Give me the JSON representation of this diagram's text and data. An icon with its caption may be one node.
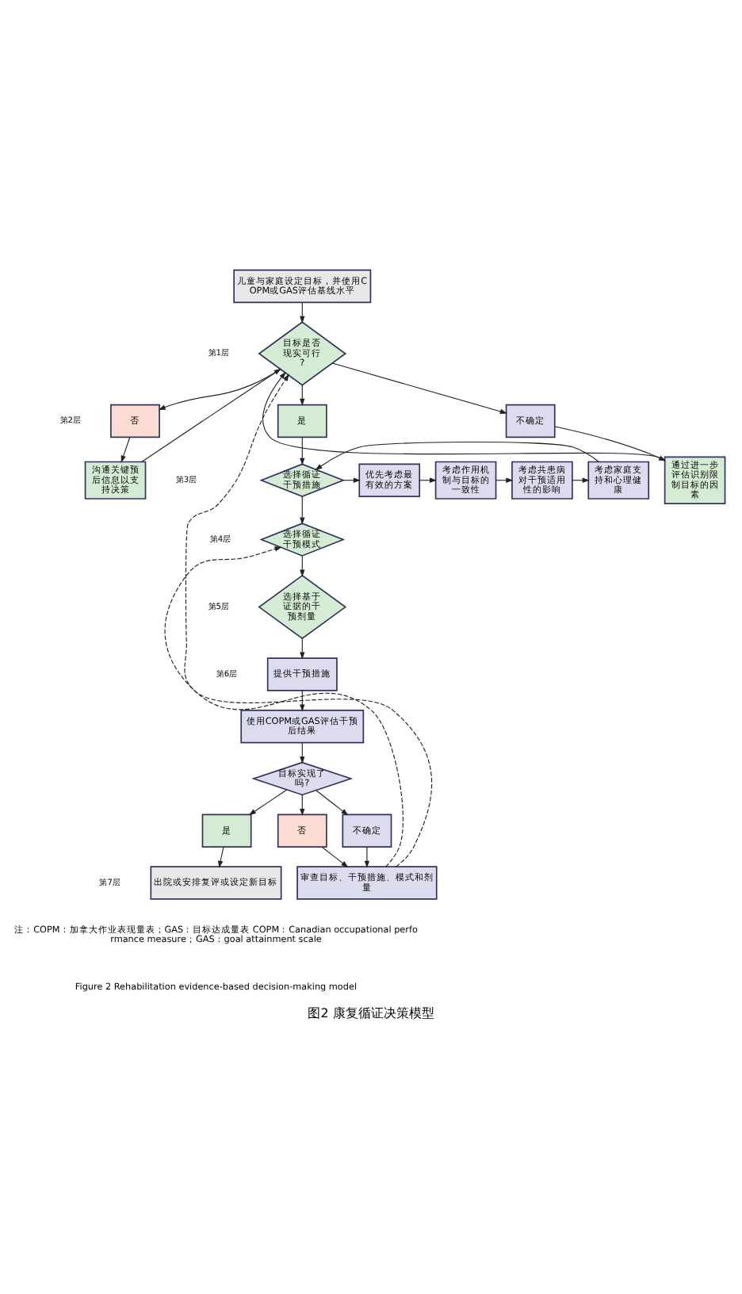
{
  "diagram": {
    "caption": "图2 康复循证决策模型",
    "nodes": [
      {
        "text": [
          "儿童与家庭设定目标，并使用COPM或GAS评估基线水平"
        ]
      },
      {
        "text": [
          "目标是否现实可行?"
        ]
      },
      {
        "text": [
          "是"
        ]
      },
      {
        "text": [
          "不确定"
        ]
      },
      {
        "text": [
          "否"
        ]
      },
      {
        "text": [
          "通过进一步评估识别限制目标的因素"
        ]
      },
      {
        "text": [
          "沟通关键预后信息以支持决策"
        ]
      },
      {
        "text": [
          "选择循证干预措施"
        ]
      },
      {
        "text": [
          "优先考虑最有效的方案"
        ]
      },
      {
        "text": [
          "考虑作用机制与目标的一致性"
        ]
      },
      {
        "text": [
          "考虑共患病对干预适用性的影响"
        ]
      },
      {
        "text": [
          "考虑家庭支持和心理健康"
        ]
      },
      {
        "text": [
          "选择循证干预模式"
        ]
      },
      {
        "text": [
          "选择基于证据的干预剂量"
        ]
      },
      {
        "text": [
          "提供干预措施"
        ]
      },
      {
        "text": [
          "使用COPM或GAS评估干预后结果"
        ]
      },
      {
        "text": [
          "目标实现了吗?"
        ]
      },
      {
        "text": [
          "是"
        ]
      },
      {
        "text": [
          "不确定"
        ]
      },
      {
        "text": [
          "否"
        ]
      },
      {
        "text": [
          "出院或安排复评或设定新目标"
        ]
      },
      {
        "text": [
          "审查目标、干预措施、模式和剂量"
        ]
      }
    ],
    "edges": [
      {
        "from": 0,
        "to": 1,
        "arrow": "to"
      },
      {
        "from": 1,
        "to": 2,
        "arrow": "to"
      },
      {
        "from": 1,
        "to": 3,
        "arrow": "to"
      },
      {
        "from": 1,
        "to": 4,
        "arrow": "to"
      },
      {
        "from": 3,
        "to": 5,
        "arrow": "to"
      },
      {
        "from": 4,
        "to": 6,
        "arrow": "to"
      },
      {
        "from": 5,
        "to": 1,
        "arrow": "to"
      },
      {
        "from": 6,
        "to": 1,
        "arrow": "to"
      },
      {
        "from": 2,
        "to": 7,
        "arrow": "to"
      },
      {
        "from": 11,
        "to": 7,
        "arrow": "to"
      },
      {
        "from": 7,
        "to": 8,
        "arrow": "to"
      },
      {
        "from": 8,
        "to": 9,
        "arrow": "to"
      },
      {
        "from": 9,
        "to": 10,
        "arrow": "to"
      },
      {
        "from": 10,
        "to": 11,
        "arrow": "to"
      },
      {
        "from": 7,
        "to": 12,
        "arrow": "to"
      },
      {
        "from": 12,
        "to": 13,
        "arrow": "to"
      },
      {
        "from": 13,
        "to": 14,
        "arrow": "to"
      },
      {
        "from": 14,
        "to": 15,
        "arrow": "to"
      },
      {
        "from": 15,
        "to": 16,
        "arrow": "to"
      },
      {
        "from": 16,
        "to": 17,
        "arrow": "to"
      },
      {
        "from": 16,
        "to": 18,
        "arrow": "to"
      },
      {
        "from": 16,
        "to": 19,
        "arrow": "to"
      },
      {
        "from": 17,
        "to": 20,
        "arrow": "to"
      },
      {
        "from": 18,
        "to": 21,
        "arrow": "to"
      },
      {
        "from": 19,
        "to": 21,
        "arrow": "to"
      },
      {
        "from": 21,
        "to": 1,
        "arrow": "to",
        "style": "dashed"
      },
      {
        "from": 21,
        "to": 12,
        "arrow": "to",
        "style": "dashed"
      }
    ],
    "labels": [
      "第1层",
      "第2层",
      "第3层",
      "第4层",
      "第5层",
      "第6层",
      "第7层",
      "注：COPM：加拿大作业表现量表；GAS：目标达成量表 COPM：Canadian occupational performance measure；GAS：goal attainment scale",
      "Figure 2 Rehabilitation evidence-based decision-making model"
    ]
  }
}
